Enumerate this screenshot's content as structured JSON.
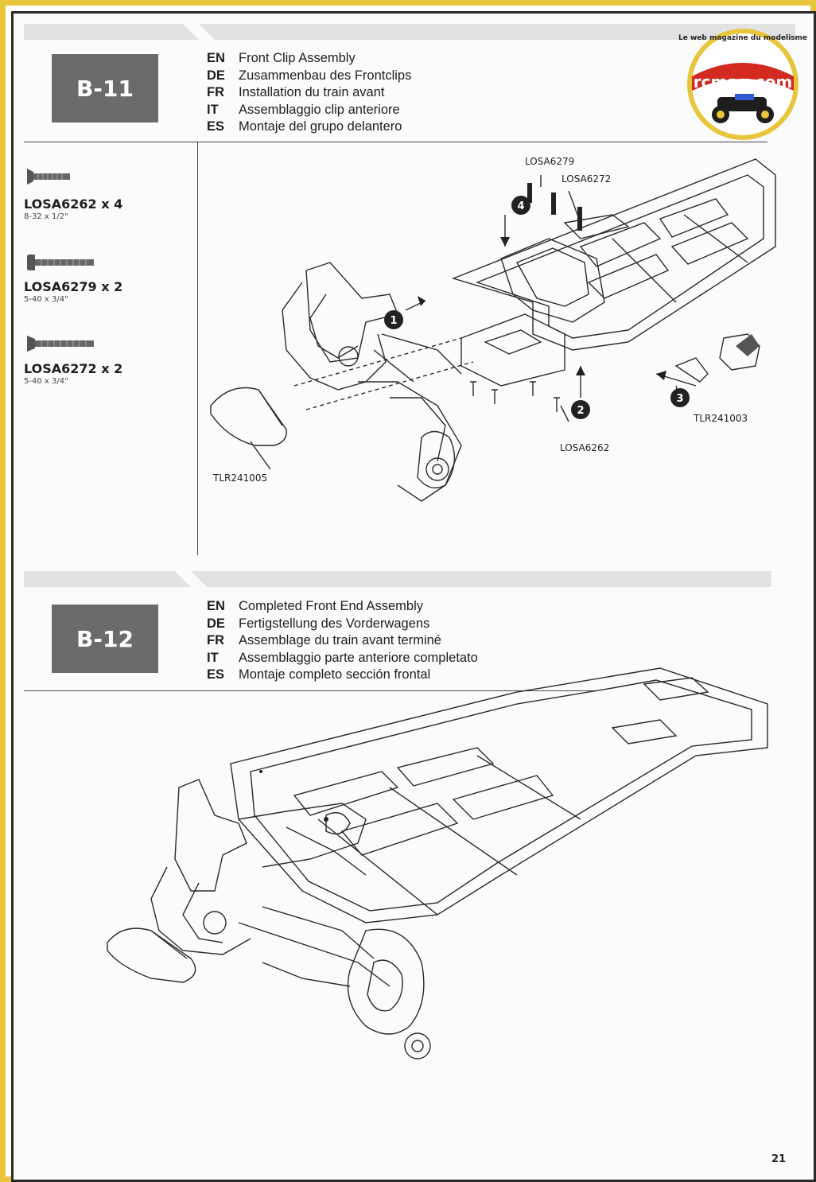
{
  "watermark": {
    "brand": "rcmag.com",
    "tagline": "Le web magazine du modelisme"
  },
  "steps": [
    {
      "id": "B-11",
      "titles": [
        {
          "code": "EN",
          "text": "Front Clip Assembly"
        },
        {
          "code": "DE",
          "text": "Zusammenbau des Frontclips"
        },
        {
          "code": "FR",
          "text": "Installation du train avant"
        },
        {
          "code": "IT",
          "text": "Assemblaggio clip anteriore"
        },
        {
          "code": "ES",
          "text": "Montaje del grupo delantero"
        }
      ],
      "parts": [
        {
          "name": "LOSA6262 x 4",
          "size": "8-32 x 1/2\""
        },
        {
          "name": "LOSA6279 x 2",
          "size": "5-40 x 3/4\""
        },
        {
          "name": "LOSA6272 x 2",
          "size": "5-40 x 3/4\""
        }
      ],
      "callouts": [
        "LOSA6279",
        "LOSA6272",
        "TLR241003",
        "LOSA6262",
        "TLR241005"
      ],
      "step_markers": [
        "1",
        "2",
        "3",
        "4"
      ]
    },
    {
      "id": "B-12",
      "titles": [
        {
          "code": "EN",
          "text": "Completed Front End Assembly"
        },
        {
          "code": "DE",
          "text": "Fertigstellung des Vorderwagens"
        },
        {
          "code": "FR",
          "text": "Assemblage du train avant terminé"
        },
        {
          "code": "IT",
          "text": "Assemblaggio parte anteriore completato"
        },
        {
          "code": "ES",
          "text": "Montaje completo sección frontal"
        }
      ]
    }
  ],
  "page_number": "21",
  "colors": {
    "frame": "#e8c53a",
    "step_box": "#6b6b6b",
    "band": "#e2e2e2",
    "logo_red": "#d22a1f"
  }
}
